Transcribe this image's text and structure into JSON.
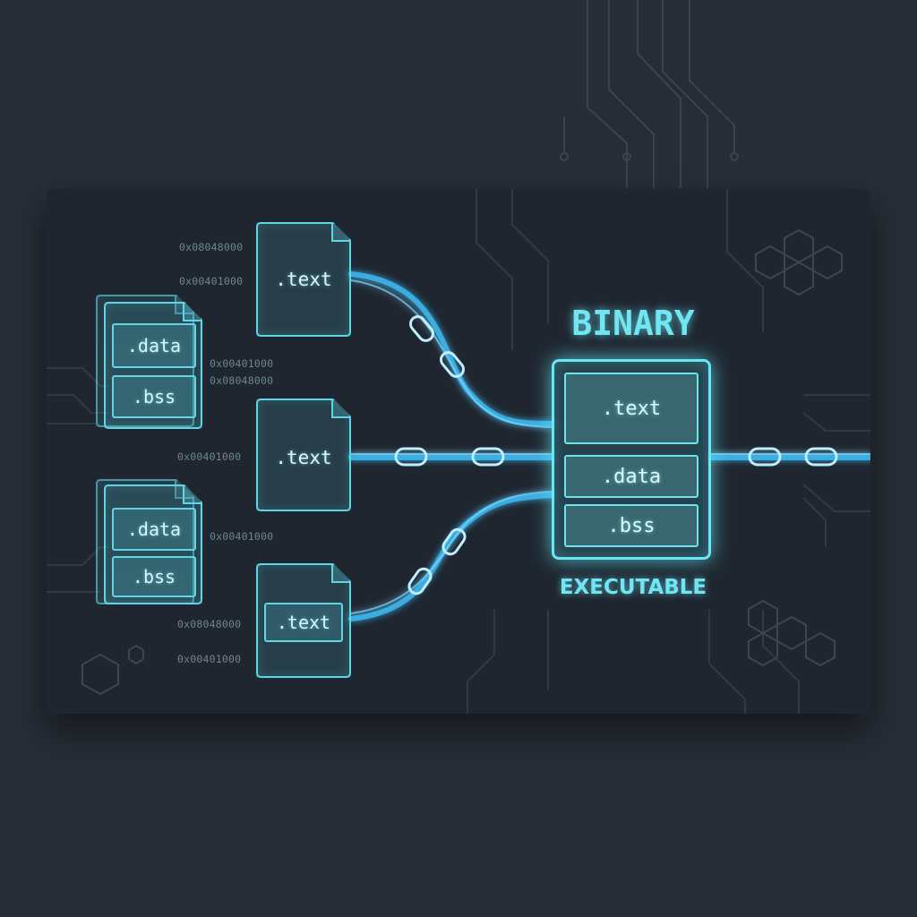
{
  "binary": {
    "title": "BINARY",
    "subtitle": "EXECUTABLE",
    "sections": [
      ".text",
      ".data",
      ".bss"
    ]
  },
  "object_files": {
    "text_sections": [
      ".text",
      ".text",
      ".text"
    ],
    "data_bss_stacks": [
      {
        "data": ".data",
        "bss": ".bss"
      },
      {
        "data": ".data",
        "bss": ".bss"
      }
    ]
  },
  "addresses": [
    "0x08048000",
    "0x00401000",
    "0x00401000",
    "0x08048000",
    "0x00401000",
    "0x00401000",
    "0x08048000",
    "0x00401000"
  ],
  "colors": {
    "background": "#272d36",
    "panel": "#1f2630",
    "glow_cyan": "#5fd6e6",
    "wire_blue": "#3cb8f0"
  }
}
